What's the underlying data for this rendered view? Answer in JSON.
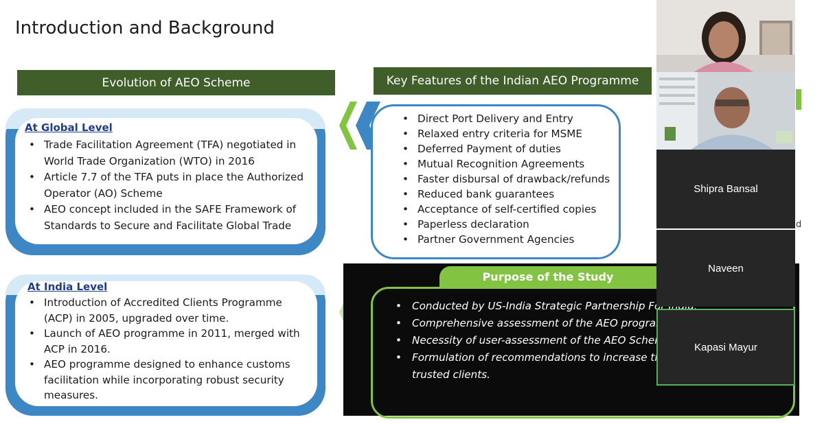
{
  "slide": {
    "title": "Introduction and Background",
    "evolution_header": "Evolution of AEO Scheme",
    "features_header": "Key Features of the Indian AEO Programme",
    "global": {
      "heading": "At Global Level",
      "items": [
        "Trade Facilitation Agreement (TFA) negotiated in World Trade Organization (WTO) in 2016",
        "Article 7.7 of the TFA puts in place the Authorized Operator (AO) Scheme",
        "AEO concept included in the SAFE Framework of Standards to Secure and Facilitate Global Trade"
      ]
    },
    "india": {
      "heading": "At India Level",
      "items": [
        "Introduction of Accredited Clients Programme (ACP) in 2005, upgraded over time.",
        "Launch of AEO programme in 2011, merged with ACP in 2016.",
        "AEO programme designed to enhance customs facilitation while incorporating robust security measures."
      ]
    },
    "features": [
      "Direct Port Delivery and Entry",
      "Relaxed entry criteria for MSME",
      "Deferred Payment of duties",
      "Mutual Recognition Agreements",
      "Faster disbursal of drawback/refunds",
      "Reduced bank guarantees",
      "Acceptance of self-certified copies",
      "Paperless declaration",
      "Partner Government Agencies"
    ],
    "purpose": {
      "heading": "Purpose of the Study",
      "items": [
        "Conducted by US-India Strategic Partnership For India.",
        "Comprehensive assessment of the AEO program",
        "Necessity of user-assessment of the AEO Scheme participation",
        "Formulation of recommendations to increase the number and share of trusted clients."
      ]
    },
    "edge_letter": "d"
  },
  "participants": [
    {
      "name": "Shipra Bansal"
    },
    {
      "name": "Naveen"
    },
    {
      "name": "Kapasi Mayur"
    }
  ],
  "colors": {
    "header_green": "#3f5e2a",
    "accent_green": "#82c342",
    "accent_blue": "#3d87c4",
    "link_blue": "#1f3e8a",
    "active_speaker": "#56b15d"
  }
}
